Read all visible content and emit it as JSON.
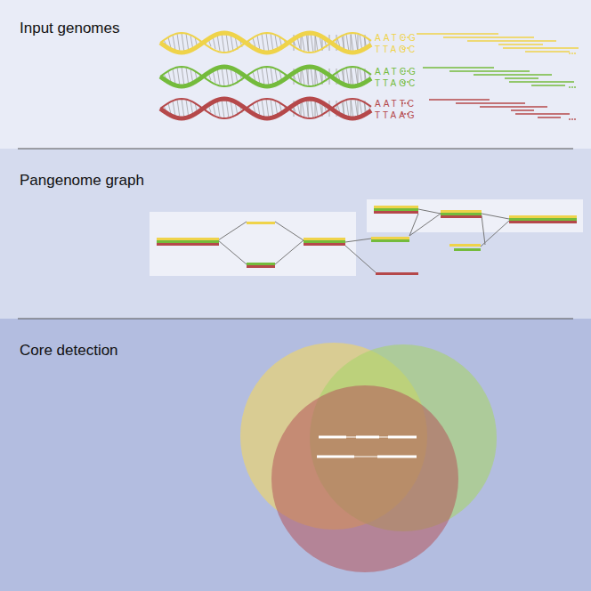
{
  "diagram": {
    "nodes": [
      {
        "text": [
          "Input genomes"
        ]
      },
      {
        "text": [
          "Pangenome graph"
        ]
      },
      {
        "text": [
          "Core detection"
        ]
      }
    ],
    "labels": [
      "AATCG",
      "TTAGC",
      "AATCG",
      "TTAGC",
      "AATTC",
      "TTAAG"
    ]
  }
}
